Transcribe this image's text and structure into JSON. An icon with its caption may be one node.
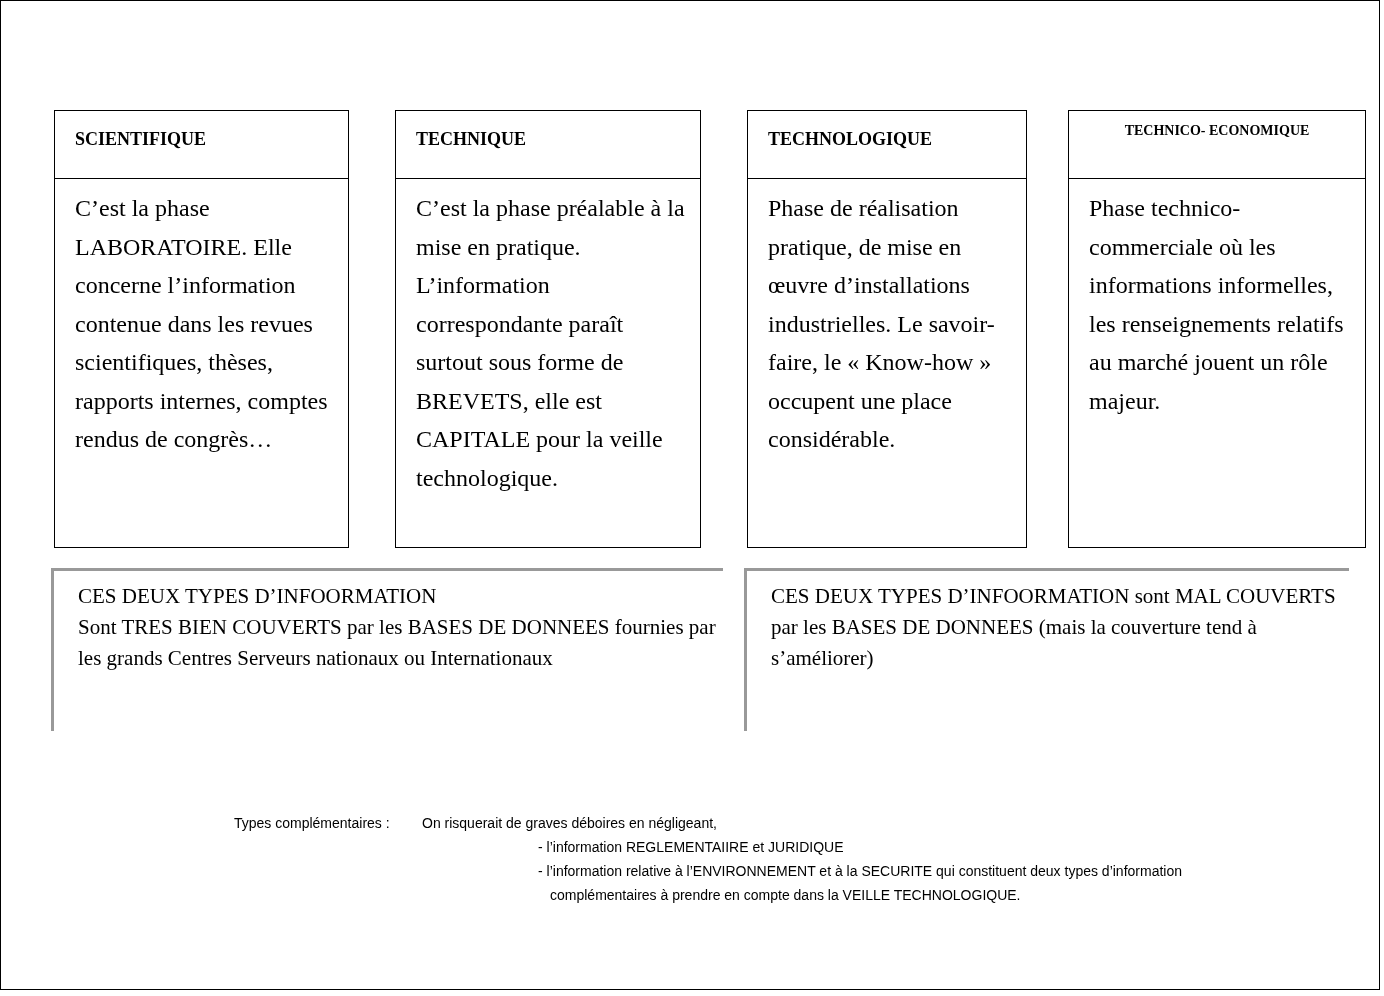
{
  "diagram": {
    "nodes": [
      {
        "text": [
          "SCIENTIFIQUE",
          "C’est la phase LABORATOIRE. Elle concerne l’information contenue dans les revues scientifiques, thèses, rapports internes, comptes rendus de congrès…"
        ]
      },
      {
        "text": [
          "TECHNIQUE",
          "C’est la phase préalable à la mise en pratique. L’information correspondante paraît surtout sous forme de BREVETS, elle est CAPITALE pour la veille technologique."
        ]
      },
      {
        "text": [
          "TECHNOLOGIQUE",
          "Phase de réalisation pratique, de mise en œuvre d’installations industrielles. Le savoir-faire, le « Know-how » occupent une place considérable."
        ]
      },
      {
        "text": [
          "TECHNICO- ECONOMIQUE",
          "Phase technico-commerciale où les informations informelles, les renseignements relatifs au marché jouent un rôle majeur."
        ]
      },
      {
        "text": [
          "CES DEUX TYPES D’INFOORMATION",
          "Sont TRES BIEN COUVERTS par les BASES DE DONNEES fournies par les grands Centres Serveurs nationaux ou Internationaux"
        ]
      },
      {
        "text": [
          "CES DEUX TYPES D’INFOORMATION sont MAL COUVERTS par les BASES DE DONNEES (mais la couverture tend à s’améliorer)"
        ]
      }
    ],
    "edges": [],
    "labels": [
      "Types complémentaires :",
      "On risquerait de graves déboires en négligeant,",
      "- l’information REGLEMENTAIIRE et JURIDIQUE",
      "- l’information relative à l’ENVIRONNEMENT et à la SECURITE qui constituent deux types d’information complémentaires à prendre en compte dans la VEILLE TECHNOLOGIQUE."
    ]
  }
}
